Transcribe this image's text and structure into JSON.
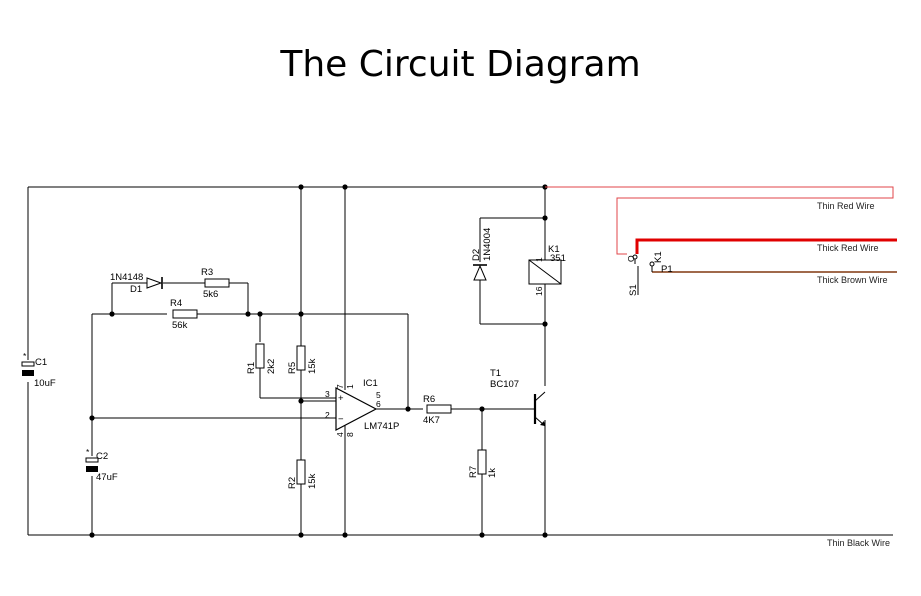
{
  "title": "The Circuit Diagram",
  "colors": {
    "thin_red": "#e0464a",
    "thick_red": "#e00000",
    "brown": "#a0694b",
    "black": "#000000"
  },
  "wires": {
    "thin_red": "Thin Red Wire",
    "thick_red": "Thick Red Wire",
    "thick_brown": "Thick Brown Wire",
    "thin_black": "Thin Black Wire"
  },
  "components": {
    "c1": {
      "ref": "C1",
      "value": "10uF"
    },
    "c2": {
      "ref": "C2",
      "value": "47uF"
    },
    "d1": {
      "ref": "D1",
      "value": "1N4148"
    },
    "d2": {
      "ref": "D2",
      "value": "1N4004"
    },
    "r1": {
      "ref": "R1",
      "value": "2k2"
    },
    "r2": {
      "ref": "R2",
      "value": "15k"
    },
    "r3": {
      "ref": "R3",
      "value": "5k6"
    },
    "r4": {
      "ref": "R4",
      "value": "56k"
    },
    "r5": {
      "ref": "R5",
      "value": "15k"
    },
    "r6": {
      "ref": "R6",
      "value": "4K7"
    },
    "r7": {
      "ref": "R7",
      "value": "1k"
    },
    "ic1": {
      "ref": "IC1",
      "value": "LM741P",
      "pins": [
        "1",
        "2",
        "3",
        "4",
        "5",
        "6",
        "7",
        "8"
      ]
    },
    "k1": {
      "ref": "K1",
      "value": "351",
      "pin_top": "1",
      "pin_bottom": "16"
    },
    "t1": {
      "ref": "T1",
      "value": "BC107"
    },
    "s1": {
      "ref": "S1",
      "contact_ref": "K1",
      "contact_o": "O",
      "contact_p": "P1"
    }
  }
}
